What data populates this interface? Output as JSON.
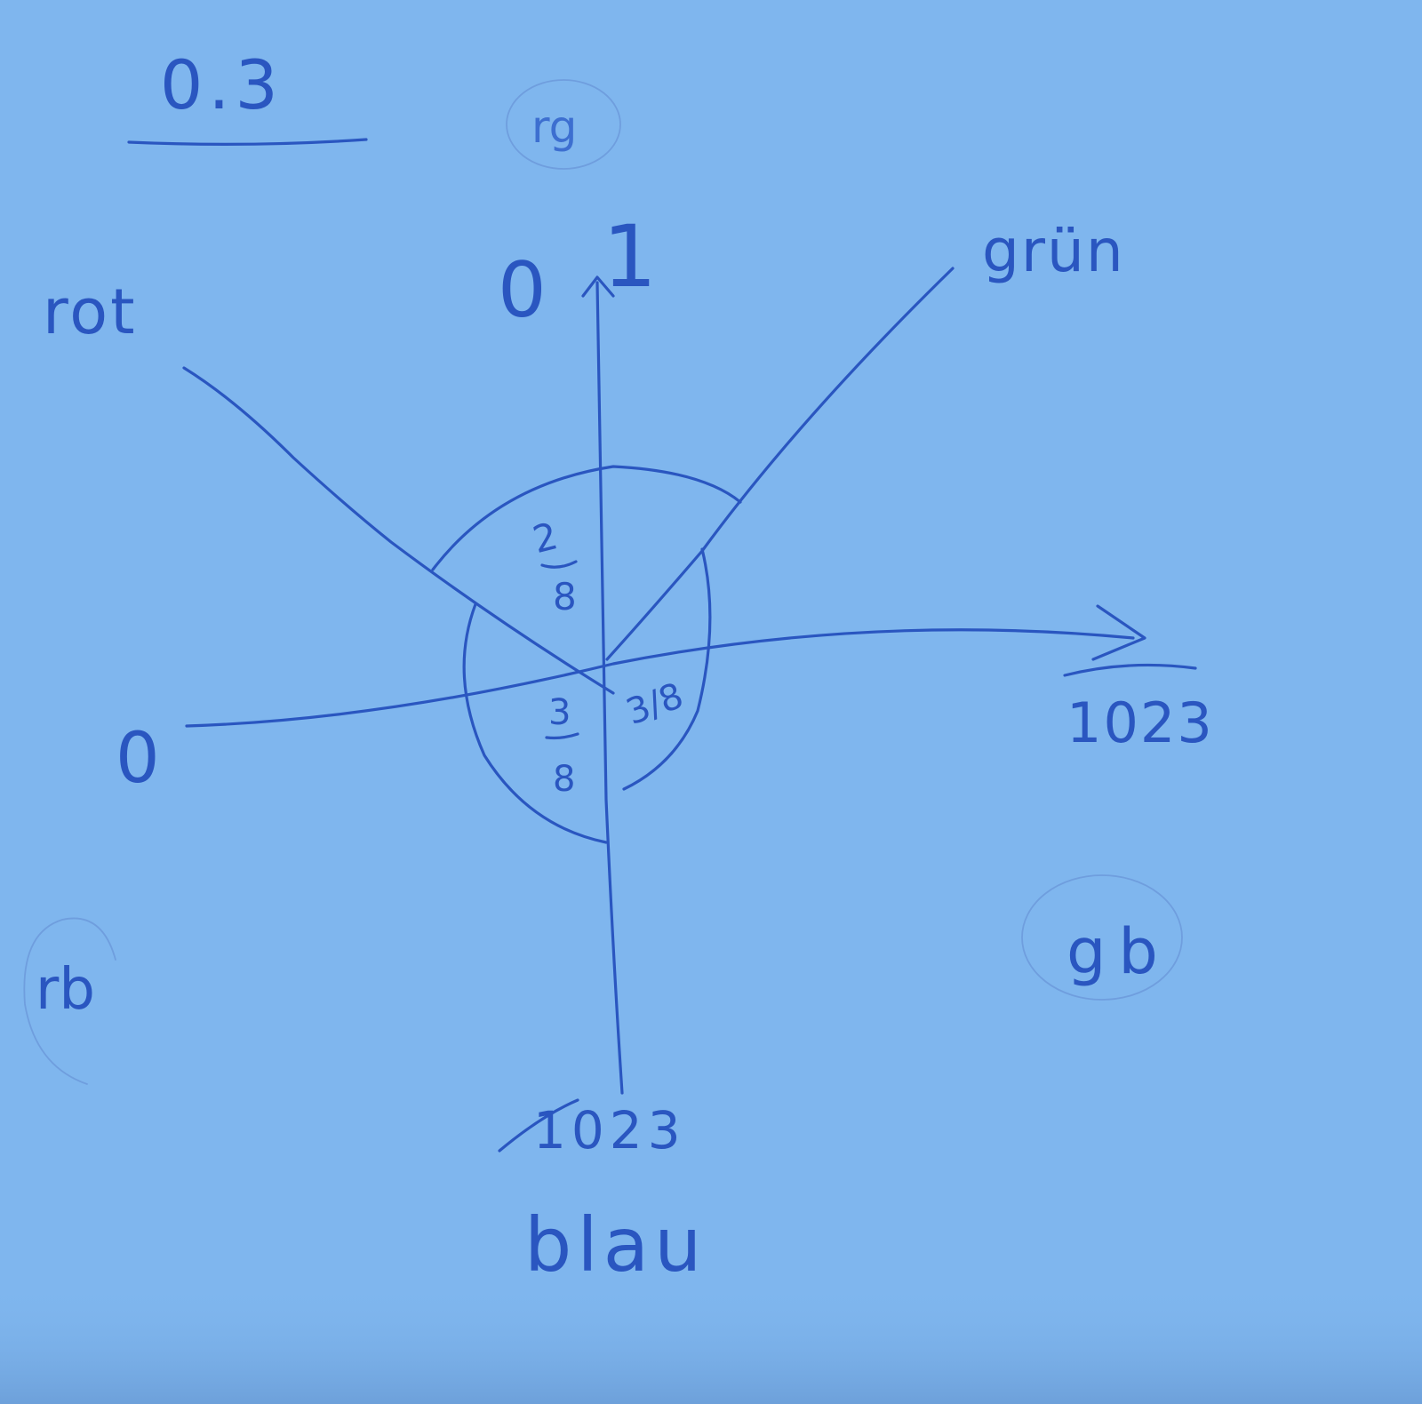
{
  "note": {
    "paper_color": "#7fb6ee",
    "ink_color": "#2a56c0",
    "heading": "0.3",
    "region_labels": {
      "top": "rg",
      "bottom_left": "rb",
      "bottom_right": "gb"
    },
    "axis_labels": {
      "top_zero": "0",
      "top_one": "1",
      "left_zero": "0",
      "right_end": "1023",
      "bottom_end": "1023",
      "red": "rot",
      "green": "grün",
      "blue": "blau"
    },
    "sector_fractions": {
      "top": {
        "numerator": "2",
        "denominator": "8"
      },
      "bottom_left": {
        "numerator": "3",
        "denominator": "8"
      },
      "bottom_right": "3/8"
    }
  }
}
